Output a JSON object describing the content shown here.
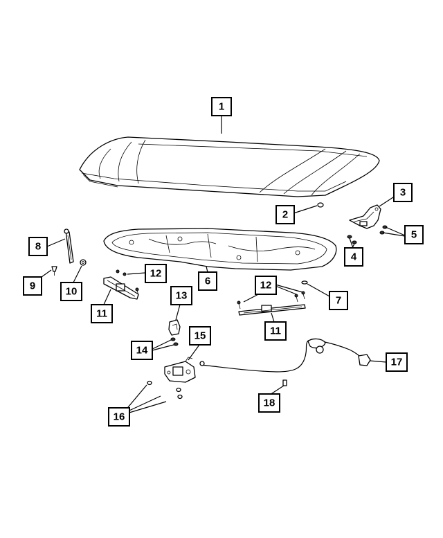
{
  "diagram": {
    "callouts": [
      {
        "id": "c1",
        "label": "1"
      },
      {
        "id": "c2",
        "label": "2"
      },
      {
        "id": "c3",
        "label": "3"
      },
      {
        "id": "c4",
        "label": "4"
      },
      {
        "id": "c5",
        "label": "5"
      },
      {
        "id": "c6",
        "label": "6"
      },
      {
        "id": "c7",
        "label": "7"
      },
      {
        "id": "c8",
        "label": "8"
      },
      {
        "id": "c9",
        "label": "9"
      },
      {
        "id": "c10",
        "label": "10"
      },
      {
        "id": "c11a",
        "label": "11"
      },
      {
        "id": "c11b",
        "label": "11"
      },
      {
        "id": "c12a",
        "label": "12"
      },
      {
        "id": "c12b",
        "label": "12"
      },
      {
        "id": "c13",
        "label": "13"
      },
      {
        "id": "c14",
        "label": "14"
      },
      {
        "id": "c15",
        "label": "15"
      },
      {
        "id": "c16",
        "label": "16"
      },
      {
        "id": "c17",
        "label": "17"
      },
      {
        "id": "c18",
        "label": "18"
      }
    ]
  }
}
